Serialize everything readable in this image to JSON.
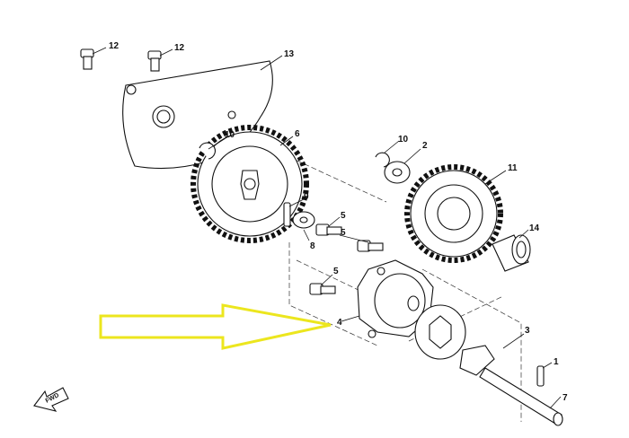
{
  "diagram": {
    "callouts": {
      "c1": "1",
      "c2": "2",
      "c3": "3",
      "c4": "4",
      "c5a": "5",
      "c5b": "5",
      "c5c": "5",
      "c6": "6",
      "c7": "7",
      "c8": "8",
      "c9": "9",
      "c10a": "10",
      "c10b": "10",
      "c11": "11",
      "c12a": "12",
      "c12b": "12",
      "c13": "13",
      "c14": "14"
    },
    "fwd_label": "FWD",
    "highlight_color": "#ece61e",
    "line_color": "#111111"
  }
}
